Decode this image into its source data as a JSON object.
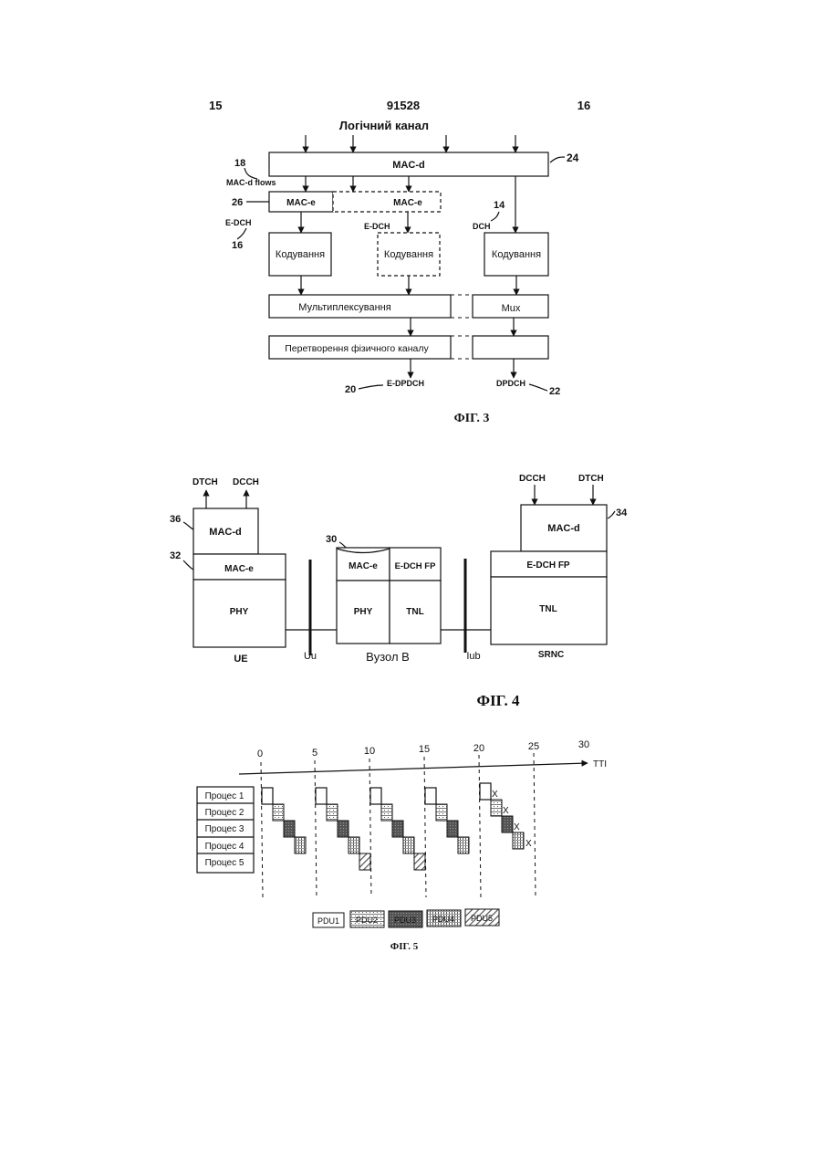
{
  "header": {
    "page_left": "15",
    "patent_number": "91528",
    "page_right": "16"
  },
  "fig3": {
    "logical_channel": "Логічний канал",
    "mac_d": "MAC-d",
    "ref_24": "24",
    "ref_18": "18",
    "mac_d_flows": "MAC-d flows",
    "ref_26": "26",
    "mac_e_1": "MAC-e",
    "mac_e_2": "MAC-e",
    "ref_14": "14",
    "edch_1": "E-DCH",
    "edch_2": "E-DCH",
    "dch": "DCH",
    "ref_16": "16",
    "coding_1": "Кодування",
    "coding_2": "Кодування",
    "coding_3": "Кодування",
    "multiplexing": "Мультиплексування",
    "mux": "Mux",
    "phys_mapping": "Перетворення фізичного каналу",
    "ref_20": "20",
    "edpdch": "E-DPDCH",
    "dpdch": "DPDCH",
    "ref_22": "22",
    "caption": "ФІГ. 3"
  },
  "fig4": {
    "ue_dtch": "DTCH",
    "ue_dcch": "DCCH",
    "ref_36": "36",
    "ue_mac_d": "MAC-d",
    "ref_32": "32",
    "ue_mac_e": "MAC-e",
    "ue_phy": "PHY",
    "ue_label": "UE",
    "uu_label": "Uu",
    "ref_30": "30",
    "nb_mac_e": "MAC-e",
    "nb_edch_fp": "E-DCH FP",
    "nb_phy": "PHY",
    "nb_tnl": "TNL",
    "nodeb_label": "Вузол В",
    "iub_label": "Iub",
    "srnc_dcch": "DCCH",
    "srnc_dtch": "DTCH",
    "ref_34": "34",
    "srnc_mac_d": "MAC-d",
    "srnc_edch_fp": "E-DCH FP",
    "srnc_tnl": "TNL",
    "srnc_label": "SRNC",
    "caption": "ФІГ. 4"
  },
  "fig5": {
    "axis_label": "TTI",
    "ticks": [
      "0",
      "5",
      "10",
      "15",
      "20",
      "25",
      "30"
    ],
    "processes": [
      "Процес 1",
      "Процес 2",
      "Процес 3",
      "Процес 4",
      "Процес 5"
    ],
    "x_mark": "X",
    "legend": [
      "PDU1",
      "PDU2",
      "PDU3",
      "PDU4",
      "PDU5"
    ],
    "caption": "ФІГ. 5"
  }
}
